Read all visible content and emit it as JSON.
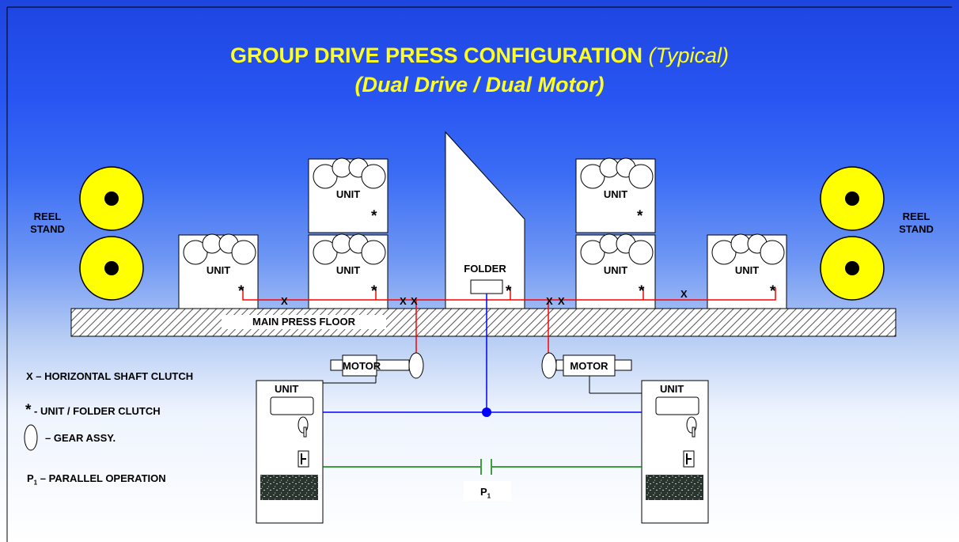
{
  "title": {
    "main": "GROUP DRIVE PRESS CONFIGURATION",
    "typical": "(Typical)",
    "subtitle": "(Dual Drive / Dual Motor)"
  },
  "reel_stands": {
    "left": "REEL\nSTAND",
    "right": "REEL\nSTAND"
  },
  "unit_label": "UNIT",
  "folder_label": "FOLDER",
  "floor_label": "MAIN PRESS FLOOR",
  "motor_label": "MOTOR",
  "clutch_x": "X",
  "clutch_star": "*",
  "parallel_label": "P",
  "parallel_sub": "1",
  "legend": {
    "horizontal": "X – HORIZONTAL SHAFT CLUTCH",
    "unit_folder": "- UNIT / FOLDER CLUTCH",
    "gear": "– GEAR ASSY.",
    "parallel_p": "P",
    "parallel_sub": "1",
    "parallel_text": " – PARALLEL OPERATION"
  },
  "colors": {
    "reel": "#ffff00",
    "shaft": "#ff0000",
    "drive_link": "#0000ff",
    "parallel_link": "#008000",
    "title": "#ffff1f"
  }
}
